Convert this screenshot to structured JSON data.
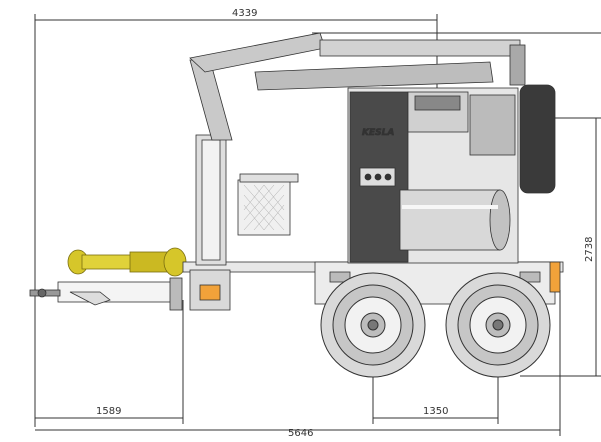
{
  "dimensions": {
    "top_length": "4339",
    "overall_length": "5646",
    "hitch_offset": "1589",
    "axle_spacing": "1350",
    "height": "2738"
  },
  "branding": {
    "logo_text": "KESLA"
  },
  "colors": {
    "line": "#333333",
    "boom_gray": "#c9c9c9",
    "dark_gray": "#4a4a4a",
    "shaft_yellow": "#d6c62a",
    "tire": "#d9d9d9",
    "rim": "#f2f2f2",
    "accent_orange": "#f1a23a"
  }
}
